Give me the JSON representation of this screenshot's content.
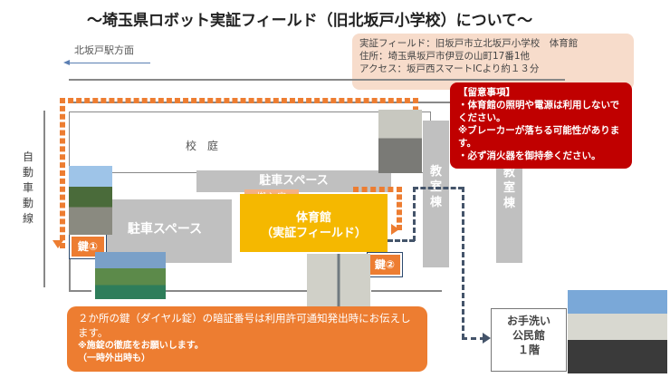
{
  "title": "～埼玉県ロボット実証フィールド（旧北坂戸小学校）について～",
  "info": {
    "line1": "実証フィールド：旧坂戸市立北坂戸小学校　体育館",
    "line2": "住所：埼玉県坂戸市伊豆の山町17番1他",
    "line3": "アクセス：坂戸西スマートICより約１３分"
  },
  "road_label": "北坂戸駅方面",
  "vertical_road": "自動車動線",
  "yard_label": "校　庭",
  "parking_top": "駐車スペース",
  "parking_left": "駐車スペース",
  "entrance": "搬入扉",
  "gym": {
    "line1": "体育館",
    "line2": "（実証フィールド）"
  },
  "classroom_1": "教室棟",
  "classroom_2": "教室棟",
  "key1": "鍵①",
  "key2": "鍵②",
  "notice": {
    "title": "【留意事項】",
    "line1": "・体育館の照明や電源は利用しないでください。",
    "line2": "※ブレーカーが落ちる可能性があります。",
    "line3": "・必ず消火器を御持参ください。"
  },
  "message": {
    "line1": "２か所の鍵（ダイヤル錠）の暗証番号は利用許可通知発出時にお伝えします。",
    "line2": "※施錠の徹底をお願いします。",
    "line3": "（一時外出時も）"
  },
  "toilet": {
    "line1": "お手洗い",
    "line2": "公民館",
    "line3": "１階"
  },
  "colors": {
    "accent_orange": "#ed7d31",
    "notice_red": "#c00000",
    "gym_yellow": "#f5b800",
    "info_bg": "#f7dccb"
  }
}
